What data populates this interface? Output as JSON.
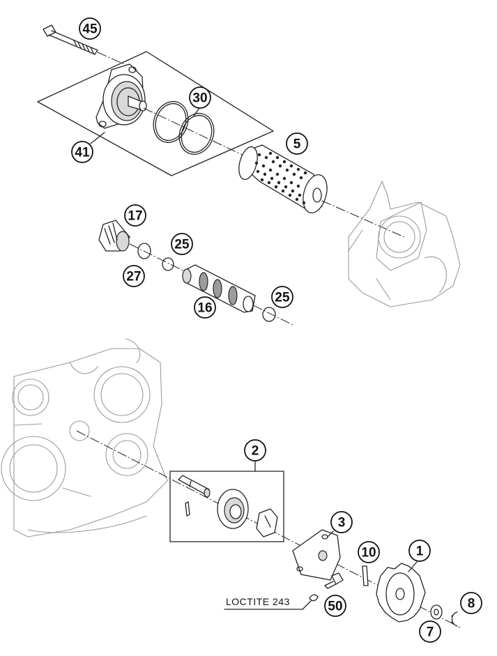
{
  "callouts": [
    {
      "id": "c45",
      "label": "45"
    },
    {
      "id": "c30",
      "label": "30"
    },
    {
      "id": "c41",
      "label": "41"
    },
    {
      "id": "c5",
      "label": "5"
    },
    {
      "id": "c17",
      "label": "17"
    },
    {
      "id": "c25a",
      "label": "25"
    },
    {
      "id": "c27",
      "label": "27"
    },
    {
      "id": "c16",
      "label": "16"
    },
    {
      "id": "c25b",
      "label": "25"
    },
    {
      "id": "c2",
      "label": "2"
    },
    {
      "id": "c3",
      "label": "3"
    },
    {
      "id": "c10",
      "label": "10"
    },
    {
      "id": "c1",
      "label": "1"
    },
    {
      "id": "c50",
      "label": "50"
    },
    {
      "id": "c8",
      "label": "8"
    },
    {
      "id": "c7",
      "label": "7"
    }
  ],
  "note": {
    "label": "LOCTITE 243"
  }
}
